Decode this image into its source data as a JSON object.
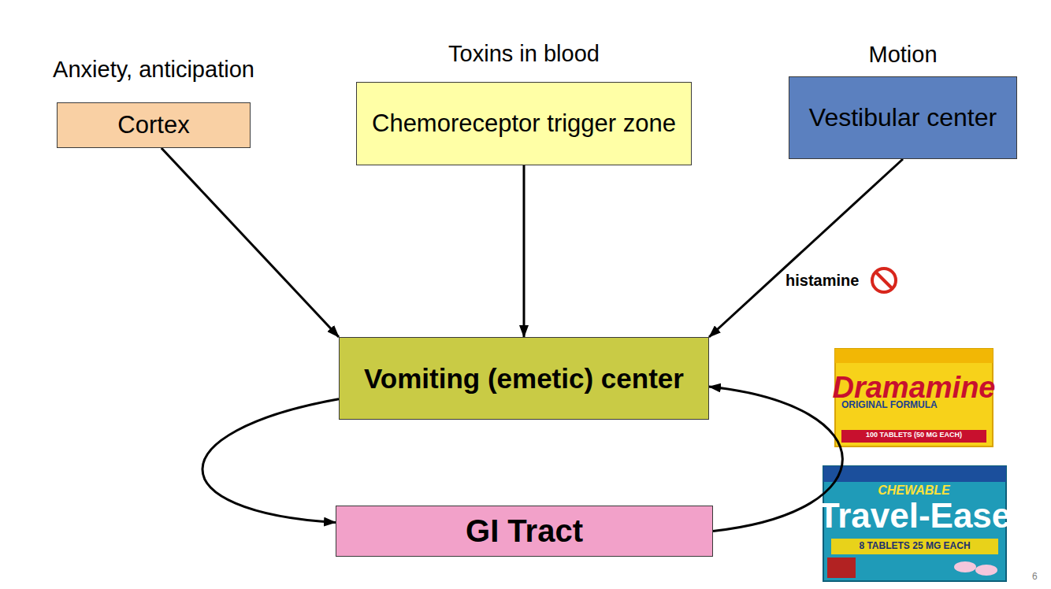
{
  "diagram": {
    "nodes": [
      {
        "text": [
          "Anxiety, anticipation",
          "Cortex"
        ]
      },
      {
        "text": [
          "Toxins in blood",
          "Chemoreceptor trigger zone"
        ]
      },
      {
        "text": [
          "Motion",
          "Vestibular center"
        ]
      },
      {
        "text": [
          "Vomiting (emetic) center"
        ]
      },
      {
        "text": [
          "GI Tract"
        ]
      }
    ],
    "edges": [
      {
        "from": 0,
        "to": 3,
        "arrow": "to"
      },
      {
        "from": 1,
        "to": 3,
        "arrow": "to"
      },
      {
        "from": 2,
        "to": 3,
        "label": "histamine",
        "arrow": "to"
      },
      {
        "from": 3,
        "to": 4,
        "arrow": "to"
      },
      {
        "from": 4,
        "to": 3,
        "arrow": "to"
      }
    ],
    "labels": [
      "Dramamine",
      "ORIGINAL FORMULA",
      "100 TABLETS (50 MG EACH)",
      "CHEWABLE",
      "Travel-Ease",
      "8 TABLETS 25 MG EACH",
      "6"
    ]
  }
}
